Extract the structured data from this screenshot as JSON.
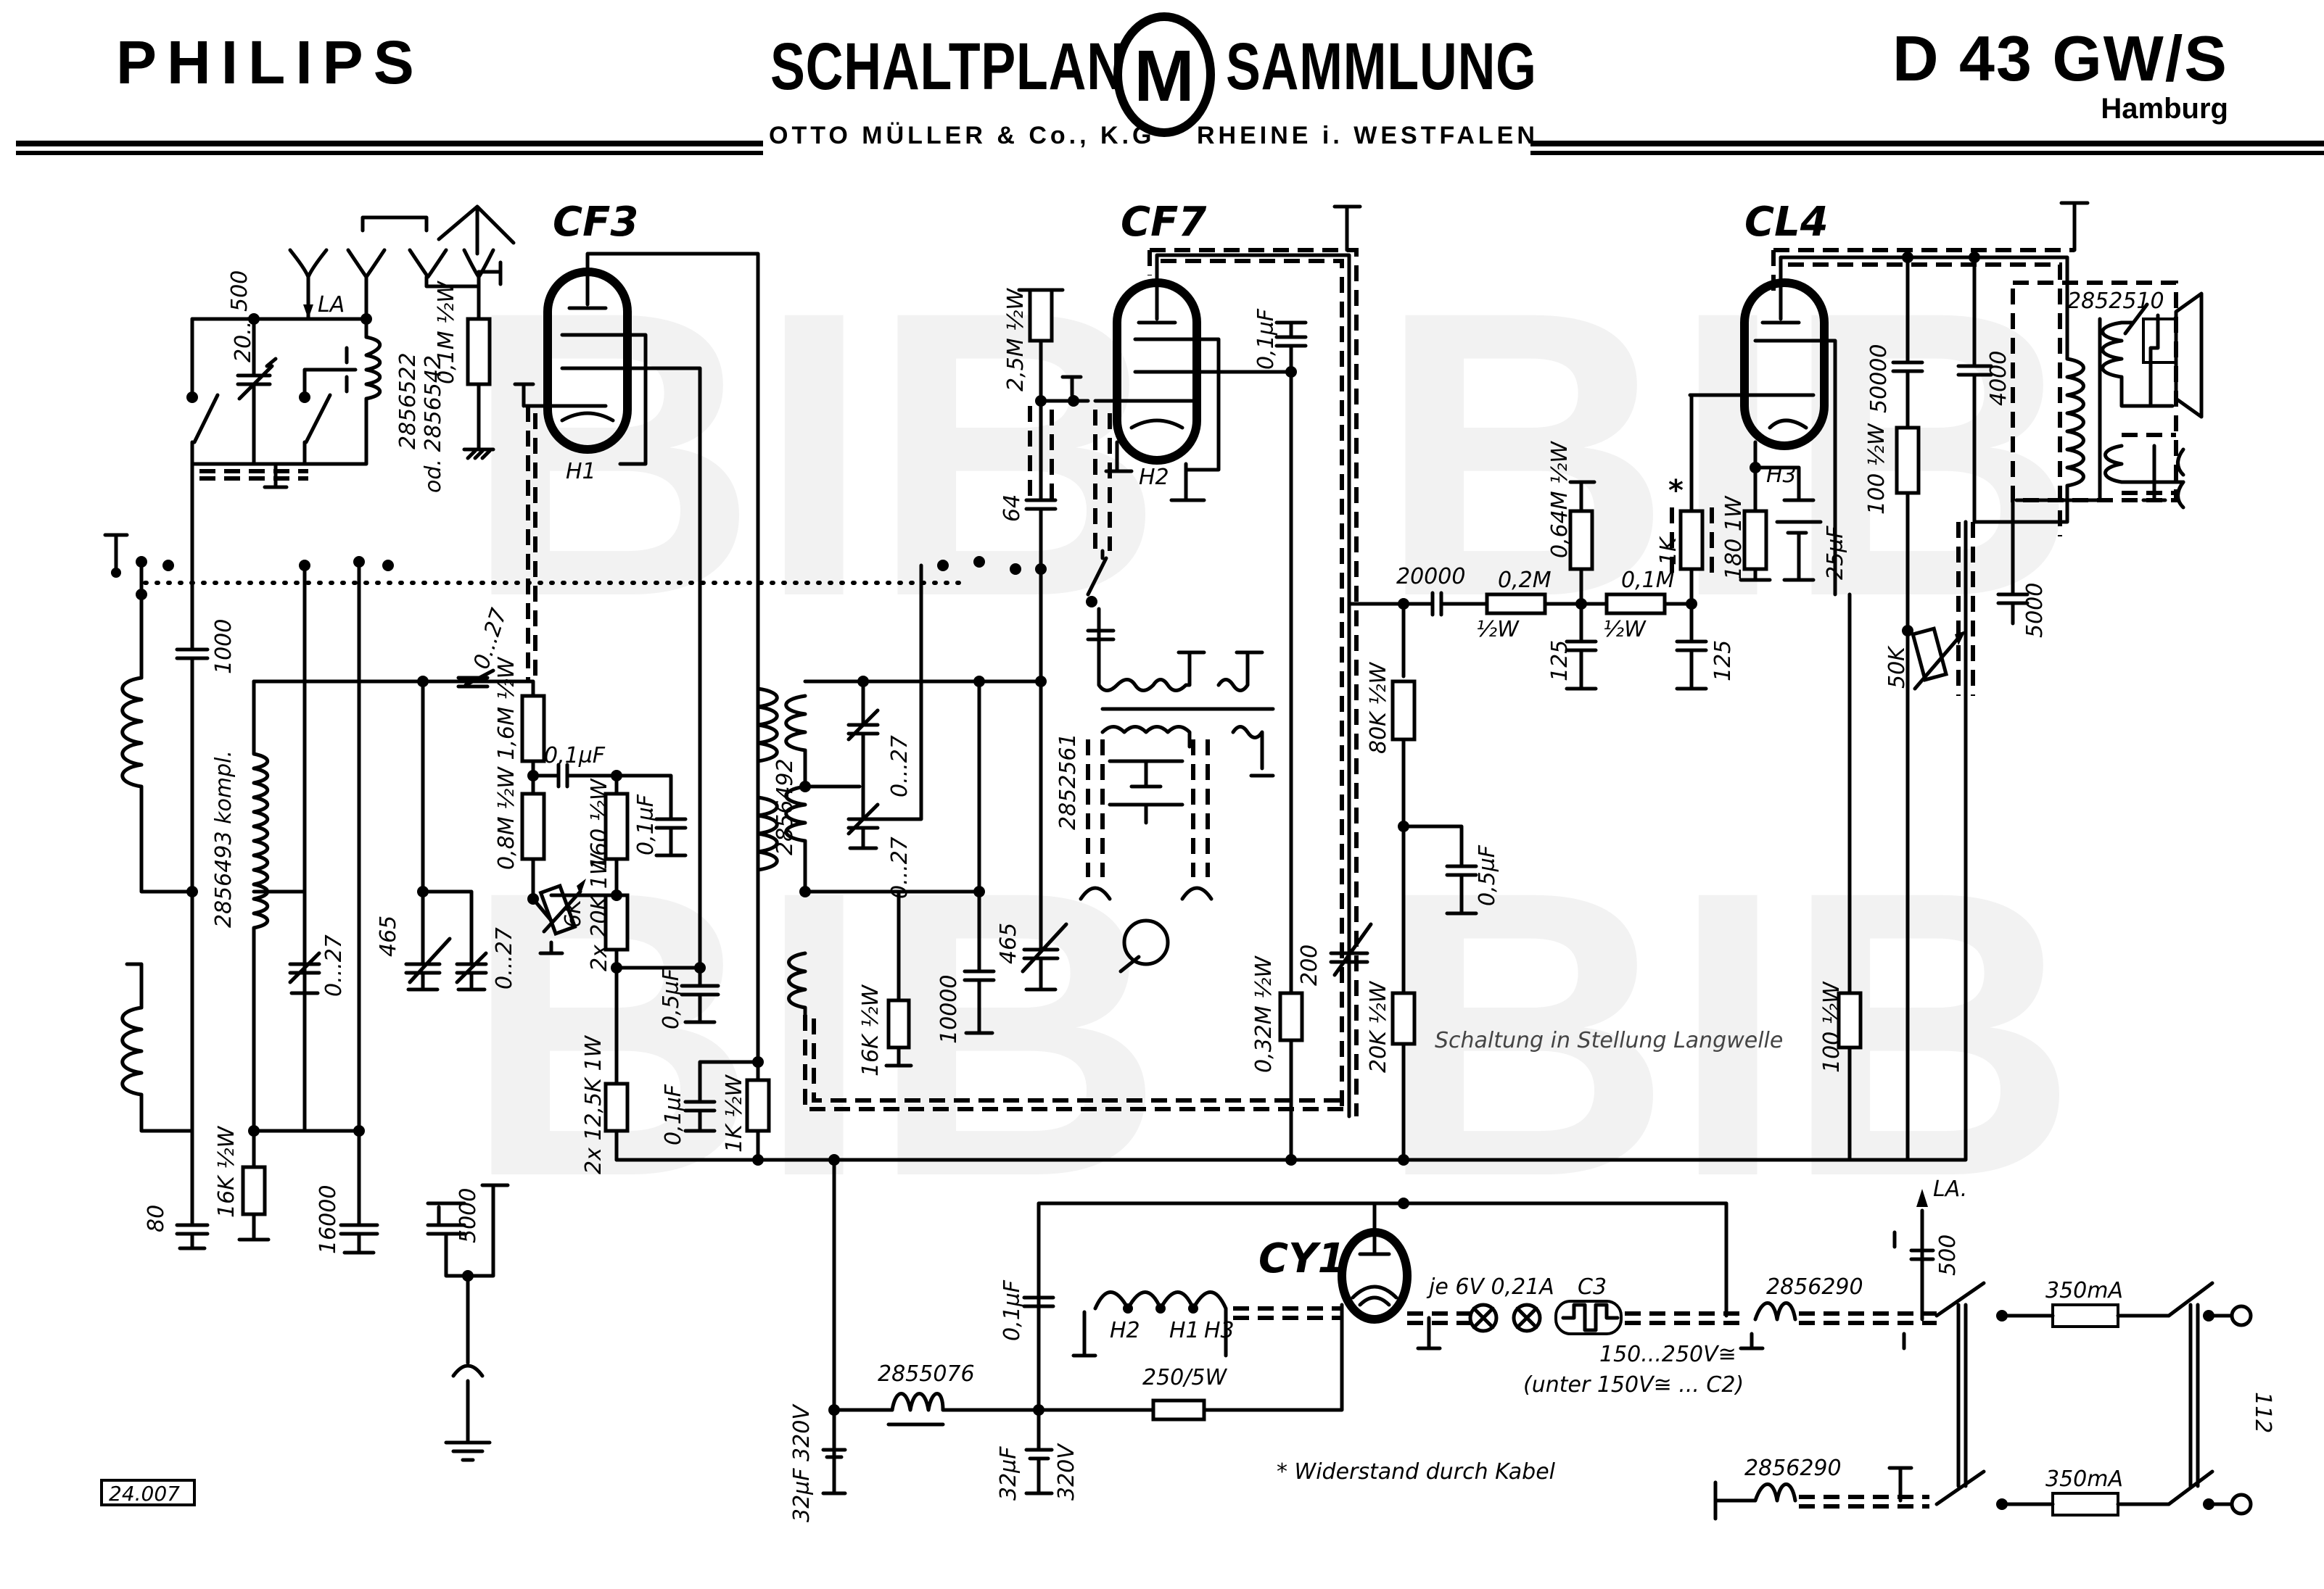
{
  "header": {
    "brand": "PHILIPS",
    "publisher_left": "SCHALTPLAN",
    "publisher_right": "SAMMLUNG",
    "publisher_logo_letter": "M",
    "publisher_sub_left": "OTTO MÜLLER & Co., K.G",
    "publisher_sub_right": "RHEINE i. WESTFALEN",
    "model": "D 43 GW/S",
    "city": "Hamburg"
  },
  "tubes": [
    {
      "name": "CF3",
      "heater": "H1"
    },
    {
      "name": "CF7",
      "heater": "H2"
    },
    {
      "name": "CL4",
      "heater": "H3"
    },
    {
      "name": "CY1",
      "heater": ""
    }
  ],
  "labels": {
    "ant_c_500": "500",
    "ant_trim": "20...",
    "ant_la": "LA",
    "ant_coil_1": "2856522",
    "ant_coil_2": "od. 2856542",
    "ant_res": "0,1M ½W",
    "c_1000": "1000",
    "trim_027_a": "0...27",
    "res_16m": "0,8M ½W 1,6M ½W",
    "c_01uf_a": "0,1µF",
    "coil_kompl": "2856493 kompl.",
    "c_465_a": "465",
    "trim_027_b": "0...27",
    "trim_027_c": "0...27",
    "pot_6k": "6K",
    "res_20k": "2x 20K 1W",
    "res_160": "160 ½W",
    "c_01uf_b": "0,1µF",
    "c_05uf_a": "0,5µF",
    "res_125k": "2x 12,5K 1W",
    "c_01uf_c": "0,1µF",
    "res_1k": "1K ½W",
    "coil_if1": "2856492",
    "c_80": "80",
    "res_16k_a": "16K ½W",
    "c_16000": "16000",
    "c_5000_a": "5000",
    "stamp": "24.007",
    "res_25m": "2,5M ½W",
    "c_64": "64",
    "c_01uf_d": "0,1µF",
    "c_01uf_e": "0,1µF",
    "coil_if2": "2852561",
    "trim_027_d": "0...27",
    "trim_027_e": "0...27",
    "res_16k_b": "16K ½W",
    "c_10000": "10000",
    "c_465_b": "465",
    "res_032m": "0,32M ½W",
    "c_200": "200",
    "c_20000": "20000",
    "res_02m": "0,2M",
    "res_02m_w": "½W",
    "res_064m": "0,64M ½W",
    "res_01m": "0,1M",
    "res_01m_w": "½W",
    "c_125_a": "125",
    "c_125_b": "125",
    "res_1k_b": "1K",
    "star": "*",
    "res_180": "180 1W",
    "c_25uf": "25µF",
    "res_80k": "80K ½W",
    "c_05uf_b": "0,5µF",
    "res_20k_b": "20K ½W",
    "note_lw": "Schaltung in Stellung Langwelle",
    "res_100_a": "100 ½W",
    "c_50000": "50000",
    "c_4000": "4000",
    "res_100_b": "100 ½W",
    "out_tr": "2852510",
    "pot_50k": "50K",
    "c_5000_b": "5000",
    "c_01uf_f": "0,1µF",
    "h2": "H2",
    "h1": "H1",
    "h3": "H3",
    "lamps": "je 6V 0,21A",
    "c3": "C3",
    "c3_range": "150...250V≅",
    "c3_note": "(unter 150V≅ ... C2)",
    "choke_1": "2855076",
    "res_250": "250/5W",
    "c_32uf_a": "32µF 320V",
    "c_32uf_b": "32µF",
    "v_320": "320V",
    "footnote": "* Widerstand durch Kabel",
    "la_dot": "LA.",
    "c_500_b": "500",
    "choke_2a": "2856290",
    "choke_2b": "2856290",
    "fuse_a": "350mA",
    "fuse_b": "350mA",
    "mains": "112"
  },
  "watermark": "BIB"
}
